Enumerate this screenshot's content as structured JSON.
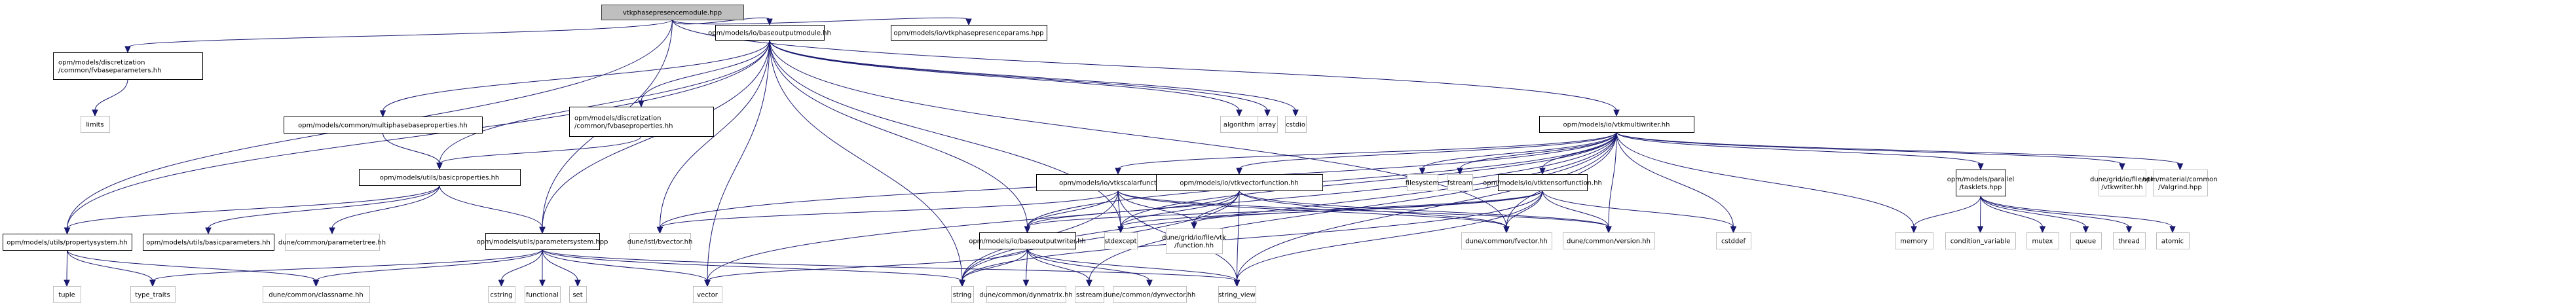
{
  "title": "vtkphasepresencemodule.hpp",
  "colors": {
    "edge": "#191970",
    "root_fill": "#bfbfbf",
    "root_border": "#404040",
    "documented_border": "#000000",
    "external_border": "#bfbfbf",
    "node_fill": "#ffffff"
  },
  "nodes": [
    {
      "id": "root",
      "kind": "root",
      "lines": [
        "vtkphasepresencemodule.hpp"
      ]
    },
    {
      "id": "fvbaseparameters",
      "kind": "doc",
      "lines": [
        "opm/models/discretization",
        "/common/fvbaseparameters.hh"
      ]
    },
    {
      "id": "limits",
      "kind": "ext",
      "lines": [
        "limits"
      ]
    },
    {
      "id": "baseoutputmodule",
      "kind": "doc",
      "lines": [
        "opm/models/io/baseoutputmodule.hh"
      ]
    },
    {
      "id": "vtkphasepresenceparams",
      "kind": "doc",
      "lines": [
        "opm/models/io/vtkphasepresenceparams.hpp"
      ]
    },
    {
      "id": "multiphasebaseproperties",
      "kind": "doc",
      "lines": [
        "opm/models/common/multiphasebaseproperties.hh"
      ]
    },
    {
      "id": "fvbaseproperties",
      "kind": "doc",
      "lines": [
        "opm/models/discretization",
        "/common/fvbaseproperties.hh"
      ]
    },
    {
      "id": "algorithm",
      "kind": "ext",
      "lines": [
        "algorithm"
      ]
    },
    {
      "id": "array",
      "kind": "ext",
      "lines": [
        "array"
      ]
    },
    {
      "id": "cstdio",
      "kind": "ext",
      "lines": [
        "cstdio"
      ]
    },
    {
      "id": "vtkmultiwriter",
      "kind": "doc",
      "lines": [
        "opm/models/io/vtkmultiwriter.hh"
      ]
    },
    {
      "id": "basicproperties",
      "kind": "doc",
      "lines": [
        "opm/models/utils/basicproperties.hh"
      ]
    },
    {
      "id": "vtkscalarfunction",
      "kind": "doc",
      "lines": [
        "opm/models/io/vtkscalarfunction.hh"
      ]
    },
    {
      "id": "vtkvectorfunction",
      "kind": "doc",
      "lines": [
        "opm/models/io/vtkvectorfunction.hh"
      ]
    },
    {
      "id": "filesystem",
      "kind": "ext",
      "lines": [
        "filesystem"
      ]
    },
    {
      "id": "fstream",
      "kind": "ext",
      "lines": [
        "fstream"
      ]
    },
    {
      "id": "vtktensorfunction",
      "kind": "doc",
      "lines": [
        "opm/models/io/vtktensorfunction.hh"
      ]
    },
    {
      "id": "tasklets",
      "kind": "doc",
      "lines": [
        "opm/models/parallel",
        "/tasklets.hpp"
      ]
    },
    {
      "id": "vtkwriter",
      "kind": "ext",
      "lines": [
        "dune/grid/io/file/vtk",
        "/vtkwriter.hh"
      ]
    },
    {
      "id": "valgrind",
      "kind": "ext",
      "lines": [
        "opm/material/common",
        "/Valgrind.hpp"
      ]
    },
    {
      "id": "propertysystem",
      "kind": "doc",
      "lines": [
        "opm/models/utils/propertysystem.hh"
      ]
    },
    {
      "id": "basicparameters",
      "kind": "doc",
      "lines": [
        "opm/models/utils/basicparameters.hh"
      ]
    },
    {
      "id": "parametertree",
      "kind": "ext",
      "lines": [
        "dune/common/parametertree.hh"
      ]
    },
    {
      "id": "parametersystem",
      "kind": "doc",
      "lines": [
        "opm/models/utils/parametersystem.hpp"
      ]
    },
    {
      "id": "bvector",
      "kind": "ext",
      "lines": [
        "dune/istl/bvector.hh"
      ]
    },
    {
      "id": "baseoutputwriter",
      "kind": "doc",
      "lines": [
        "opm/models/io/baseoutputwriter.hh"
      ]
    },
    {
      "id": "stdexcept",
      "kind": "ext",
      "lines": [
        "stdexcept"
      ]
    },
    {
      "id": "vtkfunction",
      "kind": "ext",
      "lines": [
        "dune/grid/io/file/vtk",
        "/function.hh"
      ]
    },
    {
      "id": "fvector",
      "kind": "ext",
      "lines": [
        "dune/common/fvector.hh"
      ]
    },
    {
      "id": "version",
      "kind": "ext",
      "lines": [
        "dune/common/version.hh"
      ]
    },
    {
      "id": "cstddef",
      "kind": "ext",
      "lines": [
        "cstddef"
      ]
    },
    {
      "id": "memory",
      "kind": "ext",
      "lines": [
        "memory"
      ]
    },
    {
      "id": "condition_variable",
      "kind": "ext",
      "lines": [
        "condition_variable"
      ]
    },
    {
      "id": "mutex",
      "kind": "ext",
      "lines": [
        "mutex"
      ]
    },
    {
      "id": "queue",
      "kind": "ext",
      "lines": [
        "queue"
      ]
    },
    {
      "id": "thread",
      "kind": "ext",
      "lines": [
        "thread"
      ]
    },
    {
      "id": "atomic",
      "kind": "ext",
      "lines": [
        "atomic"
      ]
    },
    {
      "id": "tuple",
      "kind": "ext",
      "lines": [
        "tuple"
      ]
    },
    {
      "id": "type_traits",
      "kind": "ext",
      "lines": [
        "type_traits"
      ]
    },
    {
      "id": "classname",
      "kind": "ext",
      "lines": [
        "dune/common/classname.hh"
      ]
    },
    {
      "id": "cstring",
      "kind": "ext",
      "lines": [
        "cstring"
      ]
    },
    {
      "id": "functional",
      "kind": "ext",
      "lines": [
        "functional"
      ]
    },
    {
      "id": "set",
      "kind": "ext",
      "lines": [
        "set"
      ]
    },
    {
      "id": "vector",
      "kind": "ext",
      "lines": [
        "vector"
      ]
    },
    {
      "id": "string",
      "kind": "ext",
      "lines": [
        "string"
      ]
    },
    {
      "id": "dynmatrix",
      "kind": "ext",
      "lines": [
        "dune/common/dynmatrix.hh"
      ]
    },
    {
      "id": "sstream",
      "kind": "ext",
      "lines": [
        "sstream"
      ]
    },
    {
      "id": "dynvector",
      "kind": "ext",
      "lines": [
        "dune/common/dynvector.hh"
      ]
    },
    {
      "id": "string_view",
      "kind": "ext",
      "lines": [
        "string_view"
      ]
    }
  ],
  "edges": [
    [
      "root",
      "fvbaseparameters"
    ],
    [
      "root",
      "baseoutputmodule"
    ],
    [
      "root",
      "vtkphasepresenceparams"
    ],
    [
      "root",
      "vtkmultiwriter"
    ],
    [
      "root",
      "propertysystem"
    ],
    [
      "root",
      "parametersystem"
    ],
    [
      "fvbaseparameters",
      "limits"
    ],
    [
      "baseoutputmodule",
      "multiphasebaseproperties"
    ],
    [
      "baseoutputmodule",
      "fvbaseproperties"
    ],
    [
      "baseoutputmodule",
      "basicproperties"
    ],
    [
      "baseoutputmodule",
      "propertysystem"
    ],
    [
      "baseoutputmodule",
      "parametersystem"
    ],
    [
      "baseoutputmodule",
      "algorithm"
    ],
    [
      "baseoutputmodule",
      "array"
    ],
    [
      "baseoutputmodule",
      "cstdio"
    ],
    [
      "baseoutputmodule",
      "baseoutputwriter"
    ],
    [
      "baseoutputmodule",
      "bvector"
    ],
    [
      "baseoutputmodule",
      "fvector"
    ],
    [
      "baseoutputmodule",
      "stdexcept"
    ],
    [
      "baseoutputmodule",
      "string"
    ],
    [
      "baseoutputmodule",
      "vector"
    ],
    [
      "multiphasebaseproperties",
      "basicproperties"
    ],
    [
      "fvbaseproperties",
      "basicproperties"
    ],
    [
      "basicproperties",
      "propertysystem"
    ],
    [
      "basicproperties",
      "basicparameters"
    ],
    [
      "basicproperties",
      "parametertree"
    ],
    [
      "basicproperties",
      "parametersystem"
    ],
    [
      "propertysystem",
      "tuple"
    ],
    [
      "propertysystem",
      "type_traits"
    ],
    [
      "propertysystem",
      "classname"
    ],
    [
      "parametersystem",
      "classname"
    ],
    [
      "parametersystem",
      "type_traits"
    ],
    [
      "parametersystem",
      "cstring"
    ],
    [
      "parametersystem",
      "functional"
    ],
    [
      "parametersystem",
      "set"
    ],
    [
      "parametersystem",
      "vector"
    ],
    [
      "parametersystem",
      "string"
    ],
    [
      "parametersystem",
      "string_view"
    ],
    [
      "vtkmultiwriter",
      "vtkscalarfunction"
    ],
    [
      "vtkmultiwriter",
      "vtkvectorfunction"
    ],
    [
      "vtkmultiwriter",
      "vtktensorfunction"
    ],
    [
      "vtkmultiwriter",
      "filesystem"
    ],
    [
      "vtkmultiwriter",
      "fstream"
    ],
    [
      "vtkmultiwriter",
      "tasklets"
    ],
    [
      "vtkmultiwriter",
      "vtkwriter"
    ],
    [
      "vtkmultiwriter",
      "valgrind"
    ],
    [
      "vtkmultiwriter",
      "memory"
    ],
    [
      "vtkmultiwriter",
      "baseoutputwriter"
    ],
    [
      "vtkmultiwriter",
      "bvector"
    ],
    [
      "vtkmultiwriter",
      "fvector"
    ],
    [
      "vtkmultiwriter",
      "string"
    ],
    [
      "vtkmultiwriter",
      "string_view"
    ],
    [
      "vtkmultiwriter",
      "vector"
    ],
    [
      "vtkmultiwriter",
      "stdexcept"
    ],
    [
      "vtkmultiwriter",
      "cstddef"
    ],
    [
      "vtkmultiwriter",
      "version"
    ],
    [
      "vtkmultiwriter",
      "sstream"
    ],
    [
      "vtkscalarfunction",
      "baseoutputwriter"
    ],
    [
      "vtkscalarfunction",
      "stdexcept"
    ],
    [
      "vtkscalarfunction",
      "vtkfunction"
    ],
    [
      "vtkscalarfunction",
      "fvector"
    ],
    [
      "vtkscalarfunction",
      "version"
    ],
    [
      "vtkscalarfunction",
      "string"
    ],
    [
      "vtkscalarfunction",
      "string_view"
    ],
    [
      "vtkscalarfunction",
      "bvector"
    ],
    [
      "vtkvectorfunction",
      "baseoutputwriter"
    ],
    [
      "vtkvectorfunction",
      "stdexcept"
    ],
    [
      "vtkvectorfunction",
      "vtkfunction"
    ],
    [
      "vtkvectorfunction",
      "fvector"
    ],
    [
      "vtkvectorfunction",
      "version"
    ],
    [
      "vtkvectorfunction",
      "string"
    ],
    [
      "vtkvectorfunction",
      "string_view"
    ],
    [
      "vtktensorfunction",
      "baseoutputwriter"
    ],
    [
      "vtktensorfunction",
      "stdexcept"
    ],
    [
      "vtktensorfunction",
      "vtkfunction"
    ],
    [
      "vtktensorfunction",
      "fvector"
    ],
    [
      "vtktensorfunction",
      "version"
    ],
    [
      "vtktensorfunction",
      "cstddef"
    ],
    [
      "vtktensorfunction",
      "string"
    ],
    [
      "vtktensorfunction",
      "string_view"
    ],
    [
      "baseoutputwriter",
      "dynmatrix"
    ],
    [
      "baseoutputwriter",
      "dynvector"
    ],
    [
      "baseoutputwriter",
      "string"
    ],
    [
      "baseoutputwriter",
      "string_view"
    ],
    [
      "baseoutputwriter",
      "vector"
    ],
    [
      "baseoutputwriter",
      "sstream"
    ],
    [
      "tasklets",
      "memory"
    ],
    [
      "tasklets",
      "condition_variable"
    ],
    [
      "tasklets",
      "mutex"
    ],
    [
      "tasklets",
      "queue"
    ],
    [
      "tasklets",
      "thread"
    ],
    [
      "tasklets",
      "atomic"
    ]
  ]
}
